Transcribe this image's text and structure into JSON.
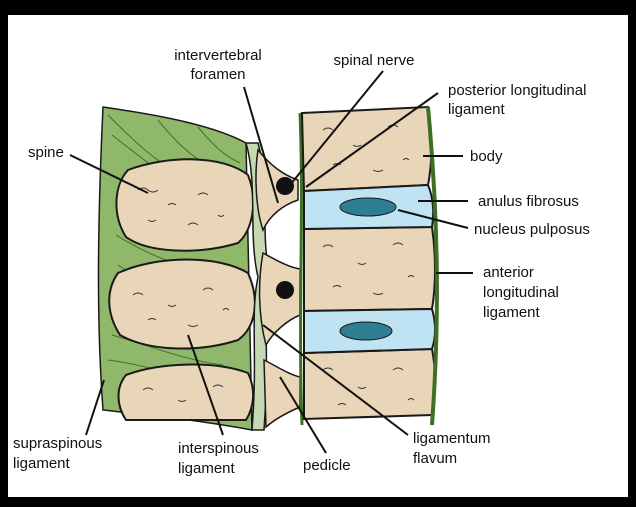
{
  "labels": {
    "intervertebral_foramen": [
      "intervertebral",
      "foramen"
    ],
    "spinal_nerve": "spinal nerve",
    "posterior_longitudinal_ligament": [
      "posterior longitudinal",
      "ligament"
    ],
    "spine": "spine",
    "body": "body",
    "anulus_fibrosus": "anulus fibrosus",
    "nucleus_pulposus": "nucleus pulposus",
    "anterior_longitudinal_ligament": [
      "anterior",
      "longitudinal",
      "ligament"
    ],
    "supraspinous_ligament": [
      "supraspinous",
      "ligament"
    ],
    "interspinous_ligament": [
      "interspinous",
      "ligament"
    ],
    "pedicle": "pedicle",
    "ligamentum_flavum": [
      "ligamentum",
      "flavum"
    ]
  },
  "colors": {
    "bone": "#e9d6b9",
    "disc": "#bfe3f2",
    "nucleus": "#2f7f93",
    "ligament": "#5f8f3a",
    "outline": "#1a1a1a",
    "frame": "#000000"
  }
}
